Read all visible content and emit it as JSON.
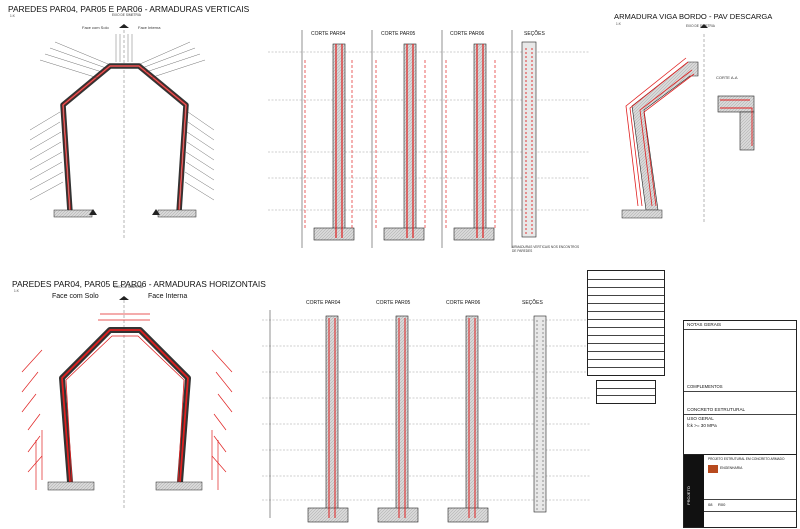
{
  "sheet": {
    "title_vertical": "PAREDES PAR04, PAR05 E PAR06 - ARMADURAS VERTICAIS",
    "title_horizontal": "PAREDES PAR04, PAR05 E PAR06 - ARMADURAS HORIZONTAIS",
    "title_viga": "ARMADURA VIGA BORDO - PAV DESCARGA",
    "scale_label": "1:X",
    "symmetry_axis": "EIXO DE SIMETRIA",
    "face_soil": "Face com Solo",
    "face_internal": "Face Interna",
    "section_labels_v": [
      "CORTE PAR04",
      "CORTE PAR05",
      "CORTE PAR06",
      "SEÇÕES"
    ],
    "section_labels_h": [
      "CORTE PAR04",
      "CORTE PAR05",
      "CORTE PAR06",
      "SEÇÕES"
    ],
    "corte_aa": "CORTE A-A",
    "sections_note": "ARMADURAS VERTICAIS NOS ENCONTROS DE PAREDES",
    "notes_title": "NOTAS GERAIS",
    "concrete_title": "CONCRETO ESTRUTURAL",
    "concrete_use": "USO GERAL",
    "concrete_fck": "fck >= 30 MPa",
    "summary_title": "COMPLEMENTOS",
    "title_block": {
      "project": "PROJETO ESTRUTURAL EM CONCRETO ARMADO",
      "company": "ENGENHARIA",
      "sheet_no": "08",
      "rev": "R00",
      "stamp": "PROJETO"
    }
  },
  "colors": {
    "rebar": "#e02020",
    "concrete": "#d8d8d8",
    "line": "#222222",
    "grid": "#666666"
  }
}
